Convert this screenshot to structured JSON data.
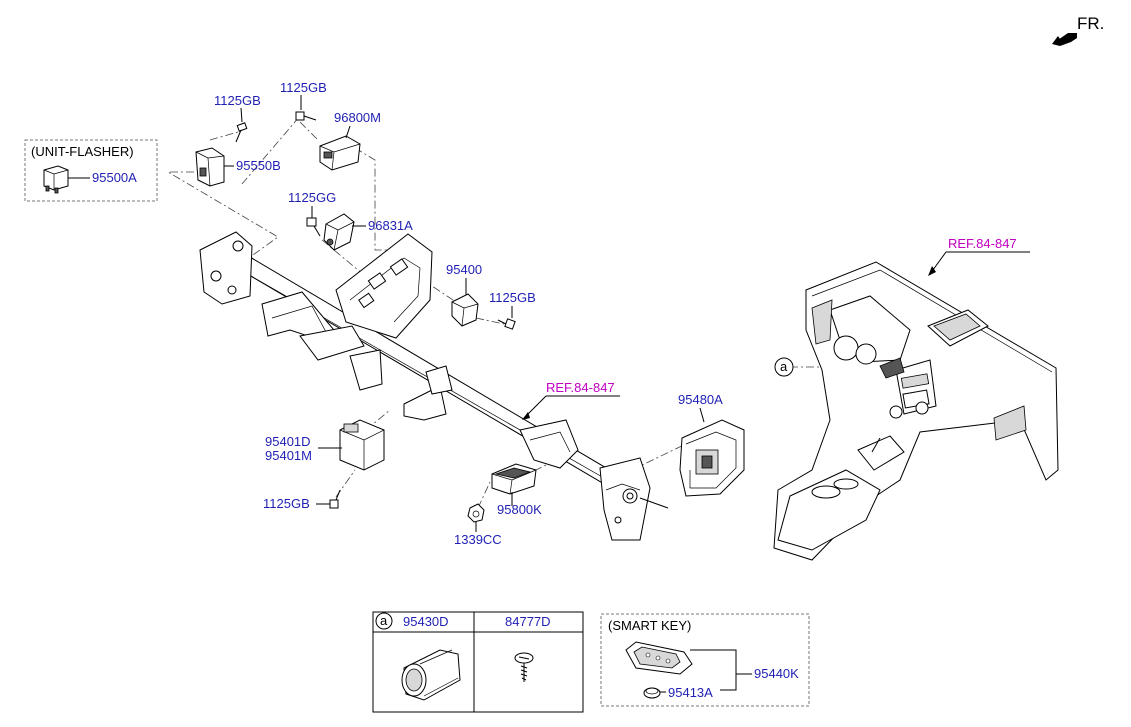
{
  "direction_label": "FR.",
  "boxes": {
    "unit_flasher": {
      "title": "(UNIT-FLASHER)",
      "part": "95500A"
    },
    "smart_key": {
      "title": "(SMART KEY)",
      "part_key": "95440K",
      "part_battery": "95413A"
    },
    "table": {
      "ref_letter": "a",
      "col1": "95430D",
      "col2": "84777D"
    }
  },
  "parts": {
    "p_1125gb_a": "1125GB",
    "p_1125gb_b": "1125GB",
    "p_96800m": "96800M",
    "p_95550b": "95550B",
    "p_1125gg": "1125GG",
    "p_96831a": "96831A",
    "p_95400": "95400",
    "p_1125gb_c": "1125GB",
    "p_95401d": "95401D",
    "p_95401m": "95401M",
    "p_1125gb_d": "1125GB",
    "p_95800k": "95800K",
    "p_1339cc": "1339CC",
    "p_95480a": "95480A"
  },
  "refs": {
    "ref_dash": "REF.84-847",
    "ref_beam": "REF.84-847"
  },
  "callout_letter": "a"
}
